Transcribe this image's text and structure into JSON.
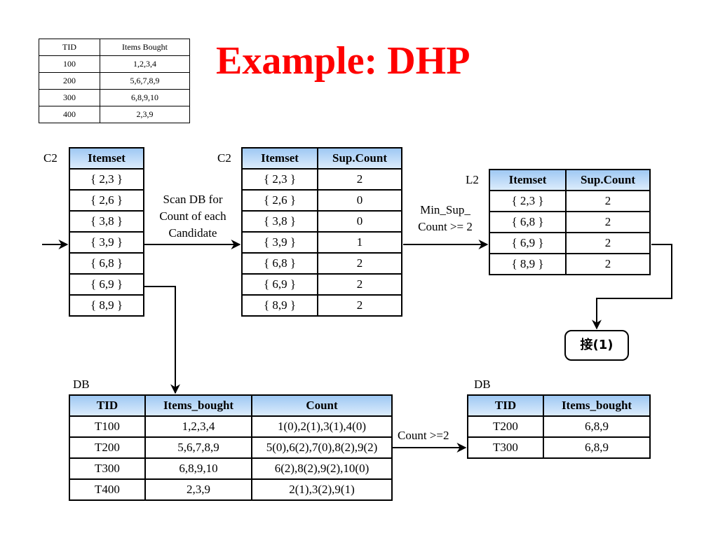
{
  "title": "Example: DHP",
  "tx_table": {
    "headers": [
      "TID",
      "Items Bought"
    ],
    "rows": [
      [
        "100",
        "1,2,3,4"
      ],
      [
        "200",
        "5,6,7,8,9"
      ],
      [
        "300",
        "6,8,9,10"
      ],
      [
        "400",
        "2,3,9"
      ]
    ]
  },
  "c2_left": {
    "label": "C2",
    "header": "Itemset",
    "rows": [
      "{ 2,3 }",
      "{ 2,6 }",
      "{ 3,8 }",
      "{ 3,9 }",
      "{ 6,8 }",
      "{ 6,9 }",
      "{ 8,9 }"
    ]
  },
  "scan_label": [
    "Scan DB for",
    "Count of each",
    "Candidate"
  ],
  "c2_mid": {
    "label": "C2",
    "headers": [
      "Itemset",
      "Sup.Count"
    ],
    "rows": [
      [
        "{ 2,3 }",
        "2"
      ],
      [
        "{ 2,6 }",
        "0"
      ],
      [
        "{ 3,8 }",
        "0"
      ],
      [
        "{ 3,9 }",
        "1"
      ],
      [
        "{ 6,8 }",
        "2"
      ],
      [
        "{ 6,9 }",
        "2"
      ],
      [
        "{ 8,9 }",
        "2"
      ]
    ]
  },
  "minsup_label": [
    "Min_Sup_",
    "Count >= 2"
  ],
  "l2": {
    "label": "L2",
    "headers": [
      "Itemset",
      "Sup.Count"
    ],
    "rows": [
      [
        "{ 2,3 }",
        "2"
      ],
      [
        "{ 6,8 }",
        "2"
      ],
      [
        "{ 6,9 }",
        "2"
      ],
      [
        "{ 8,9 }",
        "2"
      ]
    ]
  },
  "continue_box": "接(1)",
  "db_left": {
    "label": "DB",
    "headers": [
      "TID",
      "Items_bought",
      "Count"
    ],
    "rows": [
      [
        "T100",
        "1,2,3,4",
        "1(0),2(1),3(1),4(0)"
      ],
      [
        "T200",
        "5,6,7,8,9",
        "5(0),6(2),7(0),8(2),9(2)"
      ],
      [
        "T300",
        "6,8,9,10",
        "6(2),8(2),9(2),10(0)"
      ],
      [
        "T400",
        "2,3,9",
        "2(1),3(2),9(1)"
      ]
    ]
  },
  "count_label": "Count >=2",
  "db_right": {
    "label": "DB",
    "headers": [
      "TID",
      "Items_bought"
    ],
    "rows": [
      [
        "T200",
        "6,8,9"
      ],
      [
        "T300",
        "6,8,9"
      ]
    ]
  },
  "colors": {
    "title": "#ff0000",
    "header_top": "#9fc8f3",
    "header_bottom": "#dcecfc"
  }
}
